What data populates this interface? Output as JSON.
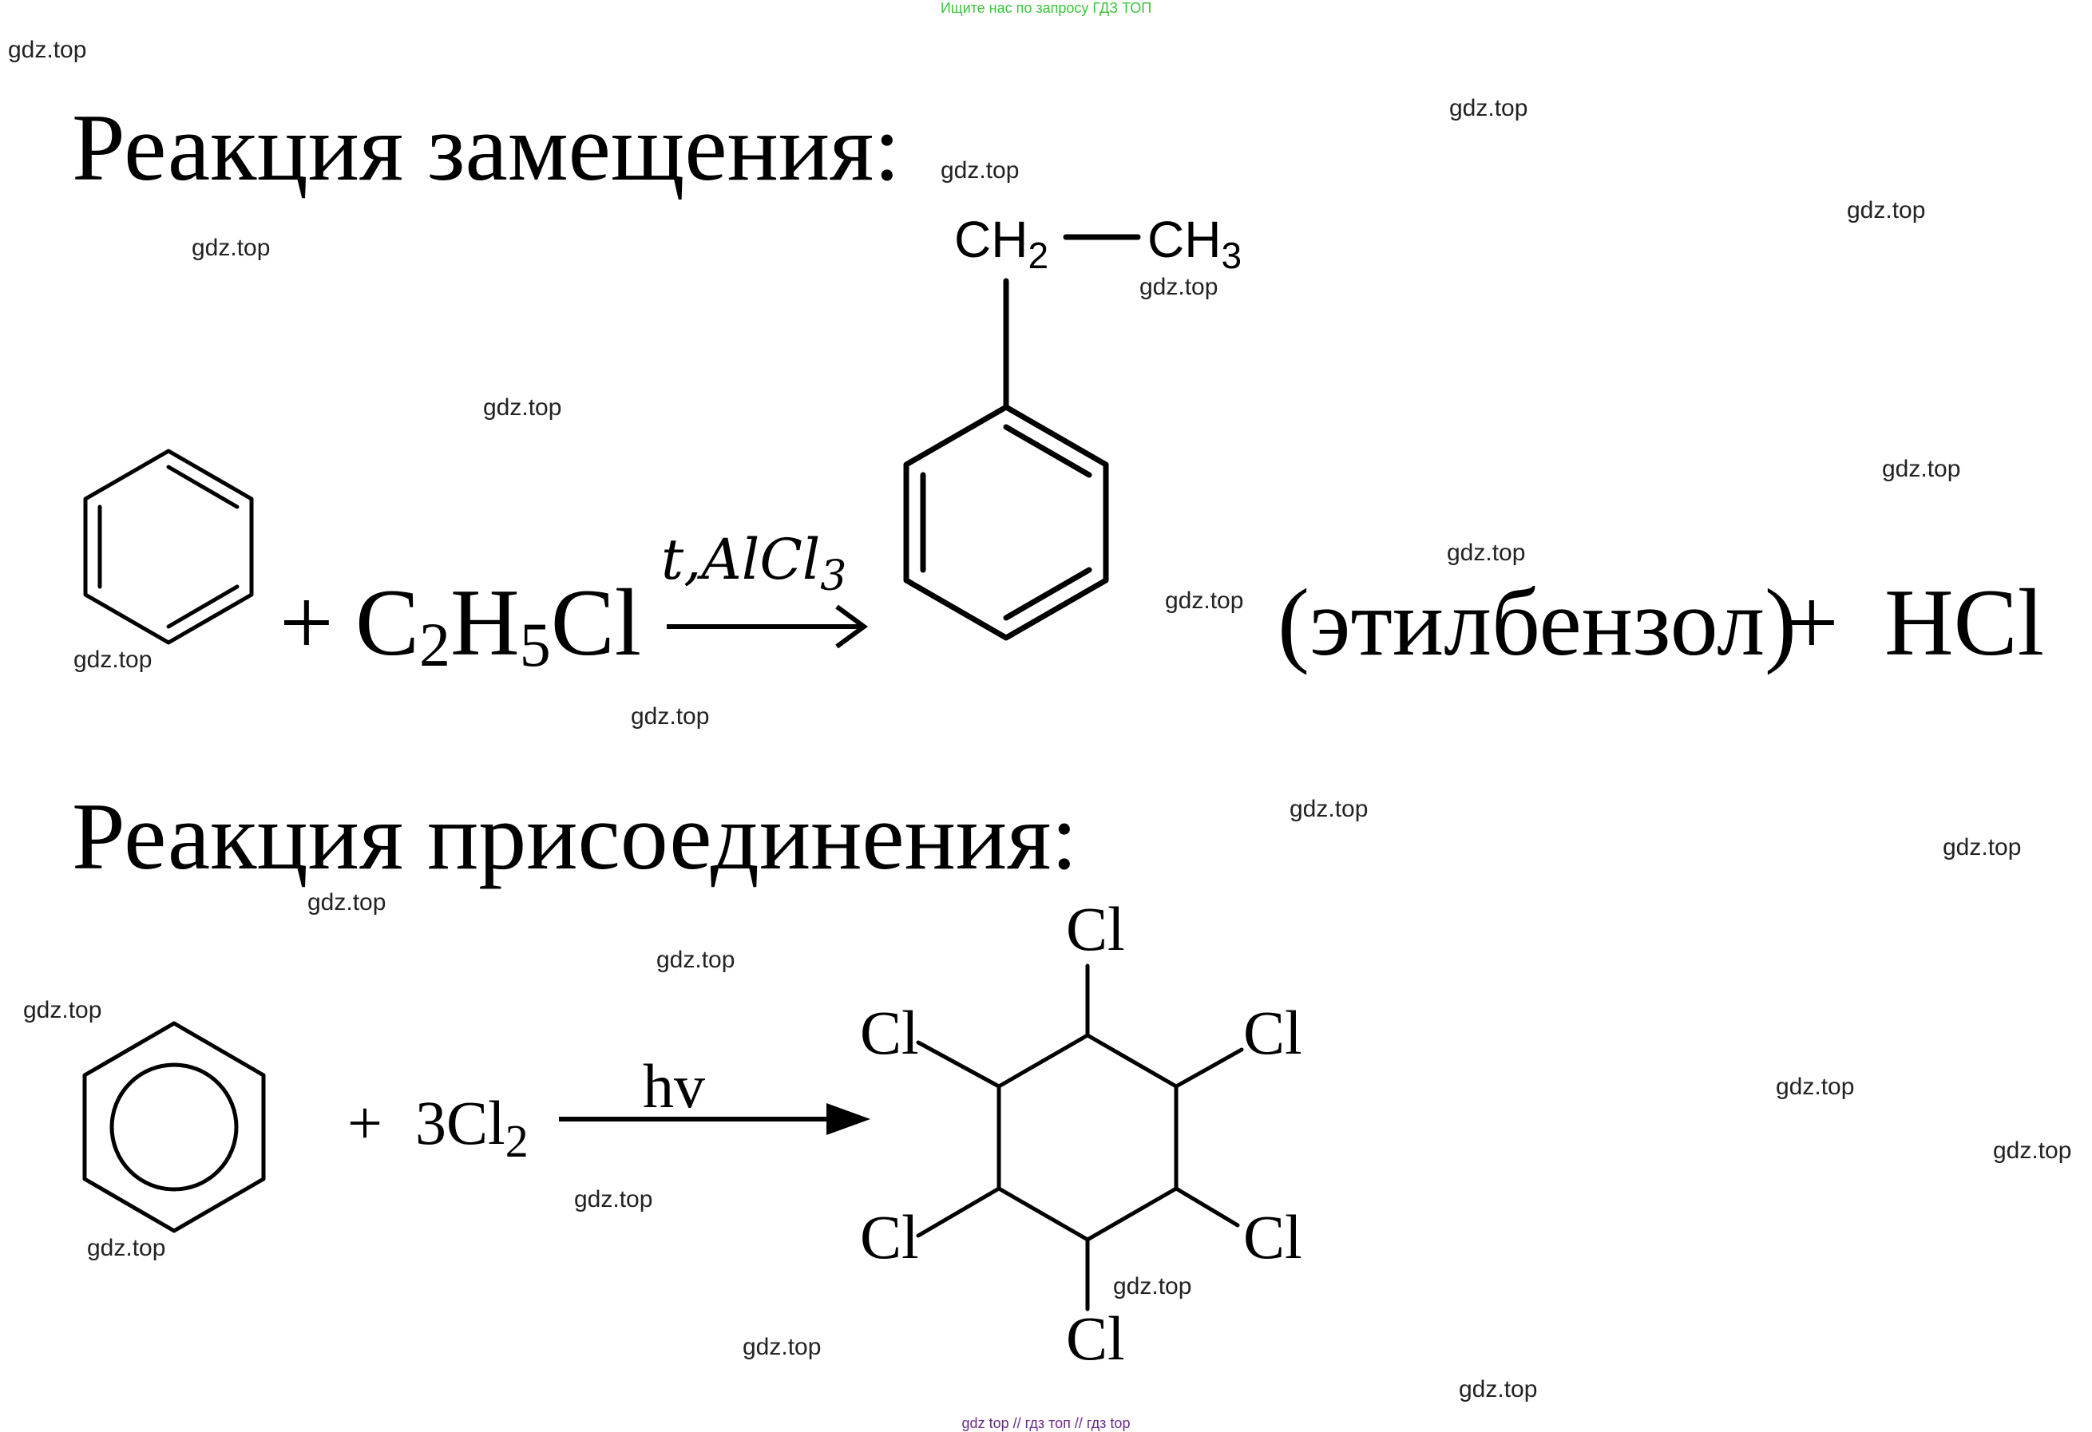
{
  "banner": "Ищите нас по запросу ГДЗ ТОП",
  "footer": "gdz top  //  гдз топ  //  гдз top",
  "watermark": "gdz.top",
  "reaction1": {
    "heading": "Реакция замещения:",
    "plus1": "+",
    "reagent_c": "C",
    "reagent_c_sub": "2",
    "reagent_h": "H",
    "reagent_h_sub": "5",
    "reagent_cl": "Cl",
    "condition_t": "t,AlCl",
    "condition_sub": "3",
    "product_ch2": "CH",
    "product_ch2_sub": "2",
    "product_ch3": "CH",
    "product_ch3_sub": "3",
    "product_name": "(этилбензол)",
    "plus2": "+",
    "byproduct": "HCl"
  },
  "reaction2": {
    "heading": "Реакция присоединения:",
    "plus": "+",
    "reagent_coef": "3Cl",
    "reagent_sub": "2",
    "condition": "hv",
    "substituent_top": "Cl",
    "substituent_upper_left": "Cl",
    "substituent_upper_right": "Cl",
    "substituent_lower_left": "Cl",
    "substituent_lower_right": "Cl",
    "substituent_bottom": "Cl"
  }
}
